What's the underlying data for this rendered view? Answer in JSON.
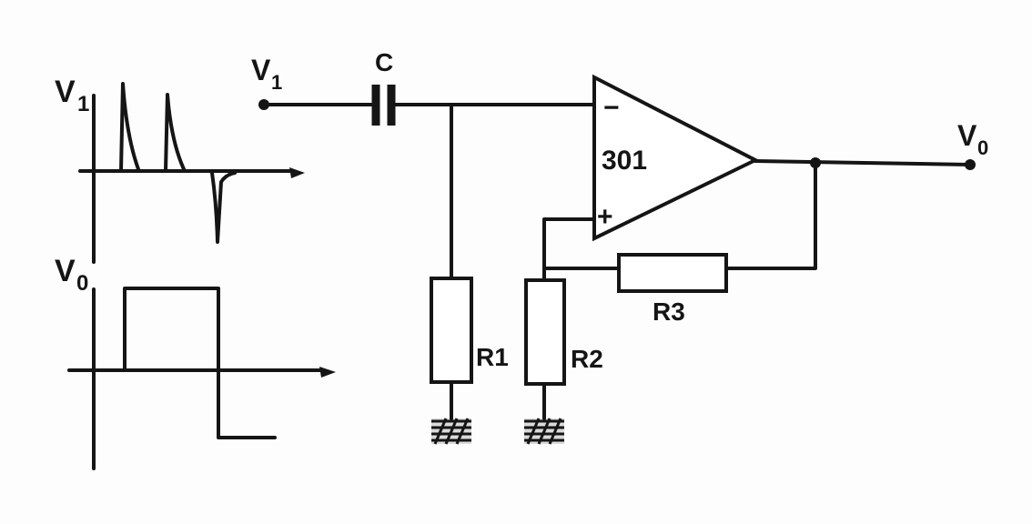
{
  "labels": {
    "wave_v1_base": "V",
    "wave_v1_sub": "1",
    "wave_v0_base": "V",
    "wave_v0_sub": "0",
    "input_base": "V",
    "input_sub": "1",
    "output_base": "V",
    "output_sub": "0",
    "capacitor": "C",
    "opamp": "301",
    "opamp_minus": "−",
    "opamp_plus": "+",
    "r1": "R1",
    "r2": "R2",
    "r3": "R3"
  },
  "colors": {
    "ink": "#151515",
    "paper": "#fdfdfd"
  }
}
